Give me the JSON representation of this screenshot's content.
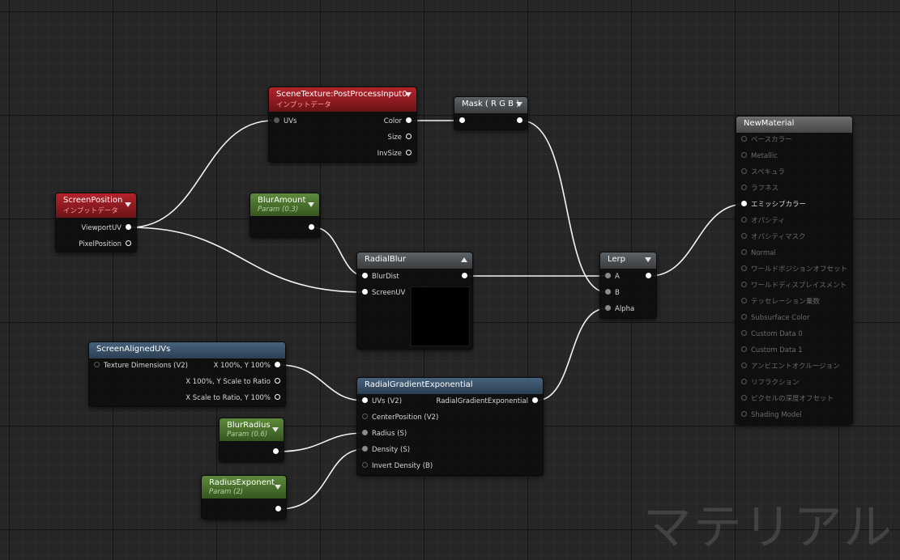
{
  "nodes": {
    "scene_texture": {
      "title": "SceneTexture:PostProcessInput0",
      "subtitle": "インプットデータ",
      "inputs": [
        "UVs"
      ],
      "outputs": [
        "Color",
        "Size",
        "InvSize"
      ]
    },
    "mask": {
      "title": "Mask ( R G B )"
    },
    "screen_position": {
      "title": "ScreenPosition",
      "subtitle": "インプットデータ",
      "outputs": [
        "ViewportUV",
        "PixelPosition"
      ]
    },
    "blur_amount": {
      "title": "BlurAmount",
      "subtitle": "Param (0.3)"
    },
    "radial_blur": {
      "title": "RadialBlur",
      "inputs": [
        "BlurDist",
        "ScreenUV"
      ]
    },
    "lerp": {
      "title": "Lerp",
      "inputs": [
        "A",
        "B",
        "Alpha"
      ]
    },
    "screen_aligned_uvs": {
      "title": "ScreenAlignedUVs",
      "inputs": [
        "Texture Dimensions (V2)"
      ],
      "outputs": [
        "X 100%, Y 100%",
        "X 100%, Y Scale to Ratio",
        "X Scale to Ratio, Y 100%"
      ]
    },
    "radial_gradient": {
      "title": "RadialGradientExponential",
      "inputs": [
        "UVs (V2)",
        "CenterPosition (V2)",
        "Radius (S)",
        "Density (S)",
        "Invert Density (B)"
      ],
      "output": "RadialGradientExponential"
    },
    "blur_radius": {
      "title": "BlurRadius",
      "subtitle": "Param (0.6)"
    },
    "radius_exponent": {
      "title": "RadiusExponent",
      "subtitle": "Param (2)"
    },
    "new_material": {
      "title": "NewMaterial",
      "inputs": [
        "ベースカラー",
        "Metallic",
        "スペキュラ",
        "ラフネス",
        "エミッシブカラー",
        "オパシティ",
        "オパシティマスク",
        "Normal",
        "ワールドポジションオフセット",
        "ワールドディスプレイスメント",
        "テッセレーション乗数",
        "Subsurface Color",
        "Custom Data 0",
        "Custom Data 1",
        "アンビエントオクルージョン",
        "リフラクション",
        "ピクセルの深度オフセット",
        "Shading Model"
      ]
    }
  },
  "watermark": "マテリアル",
  "colors": {
    "material_expression_header": "#b4232b",
    "parameter_header": "#5d8a3b",
    "function_header": "#46627c",
    "wire": "#ffffff",
    "background": "#262626"
  }
}
